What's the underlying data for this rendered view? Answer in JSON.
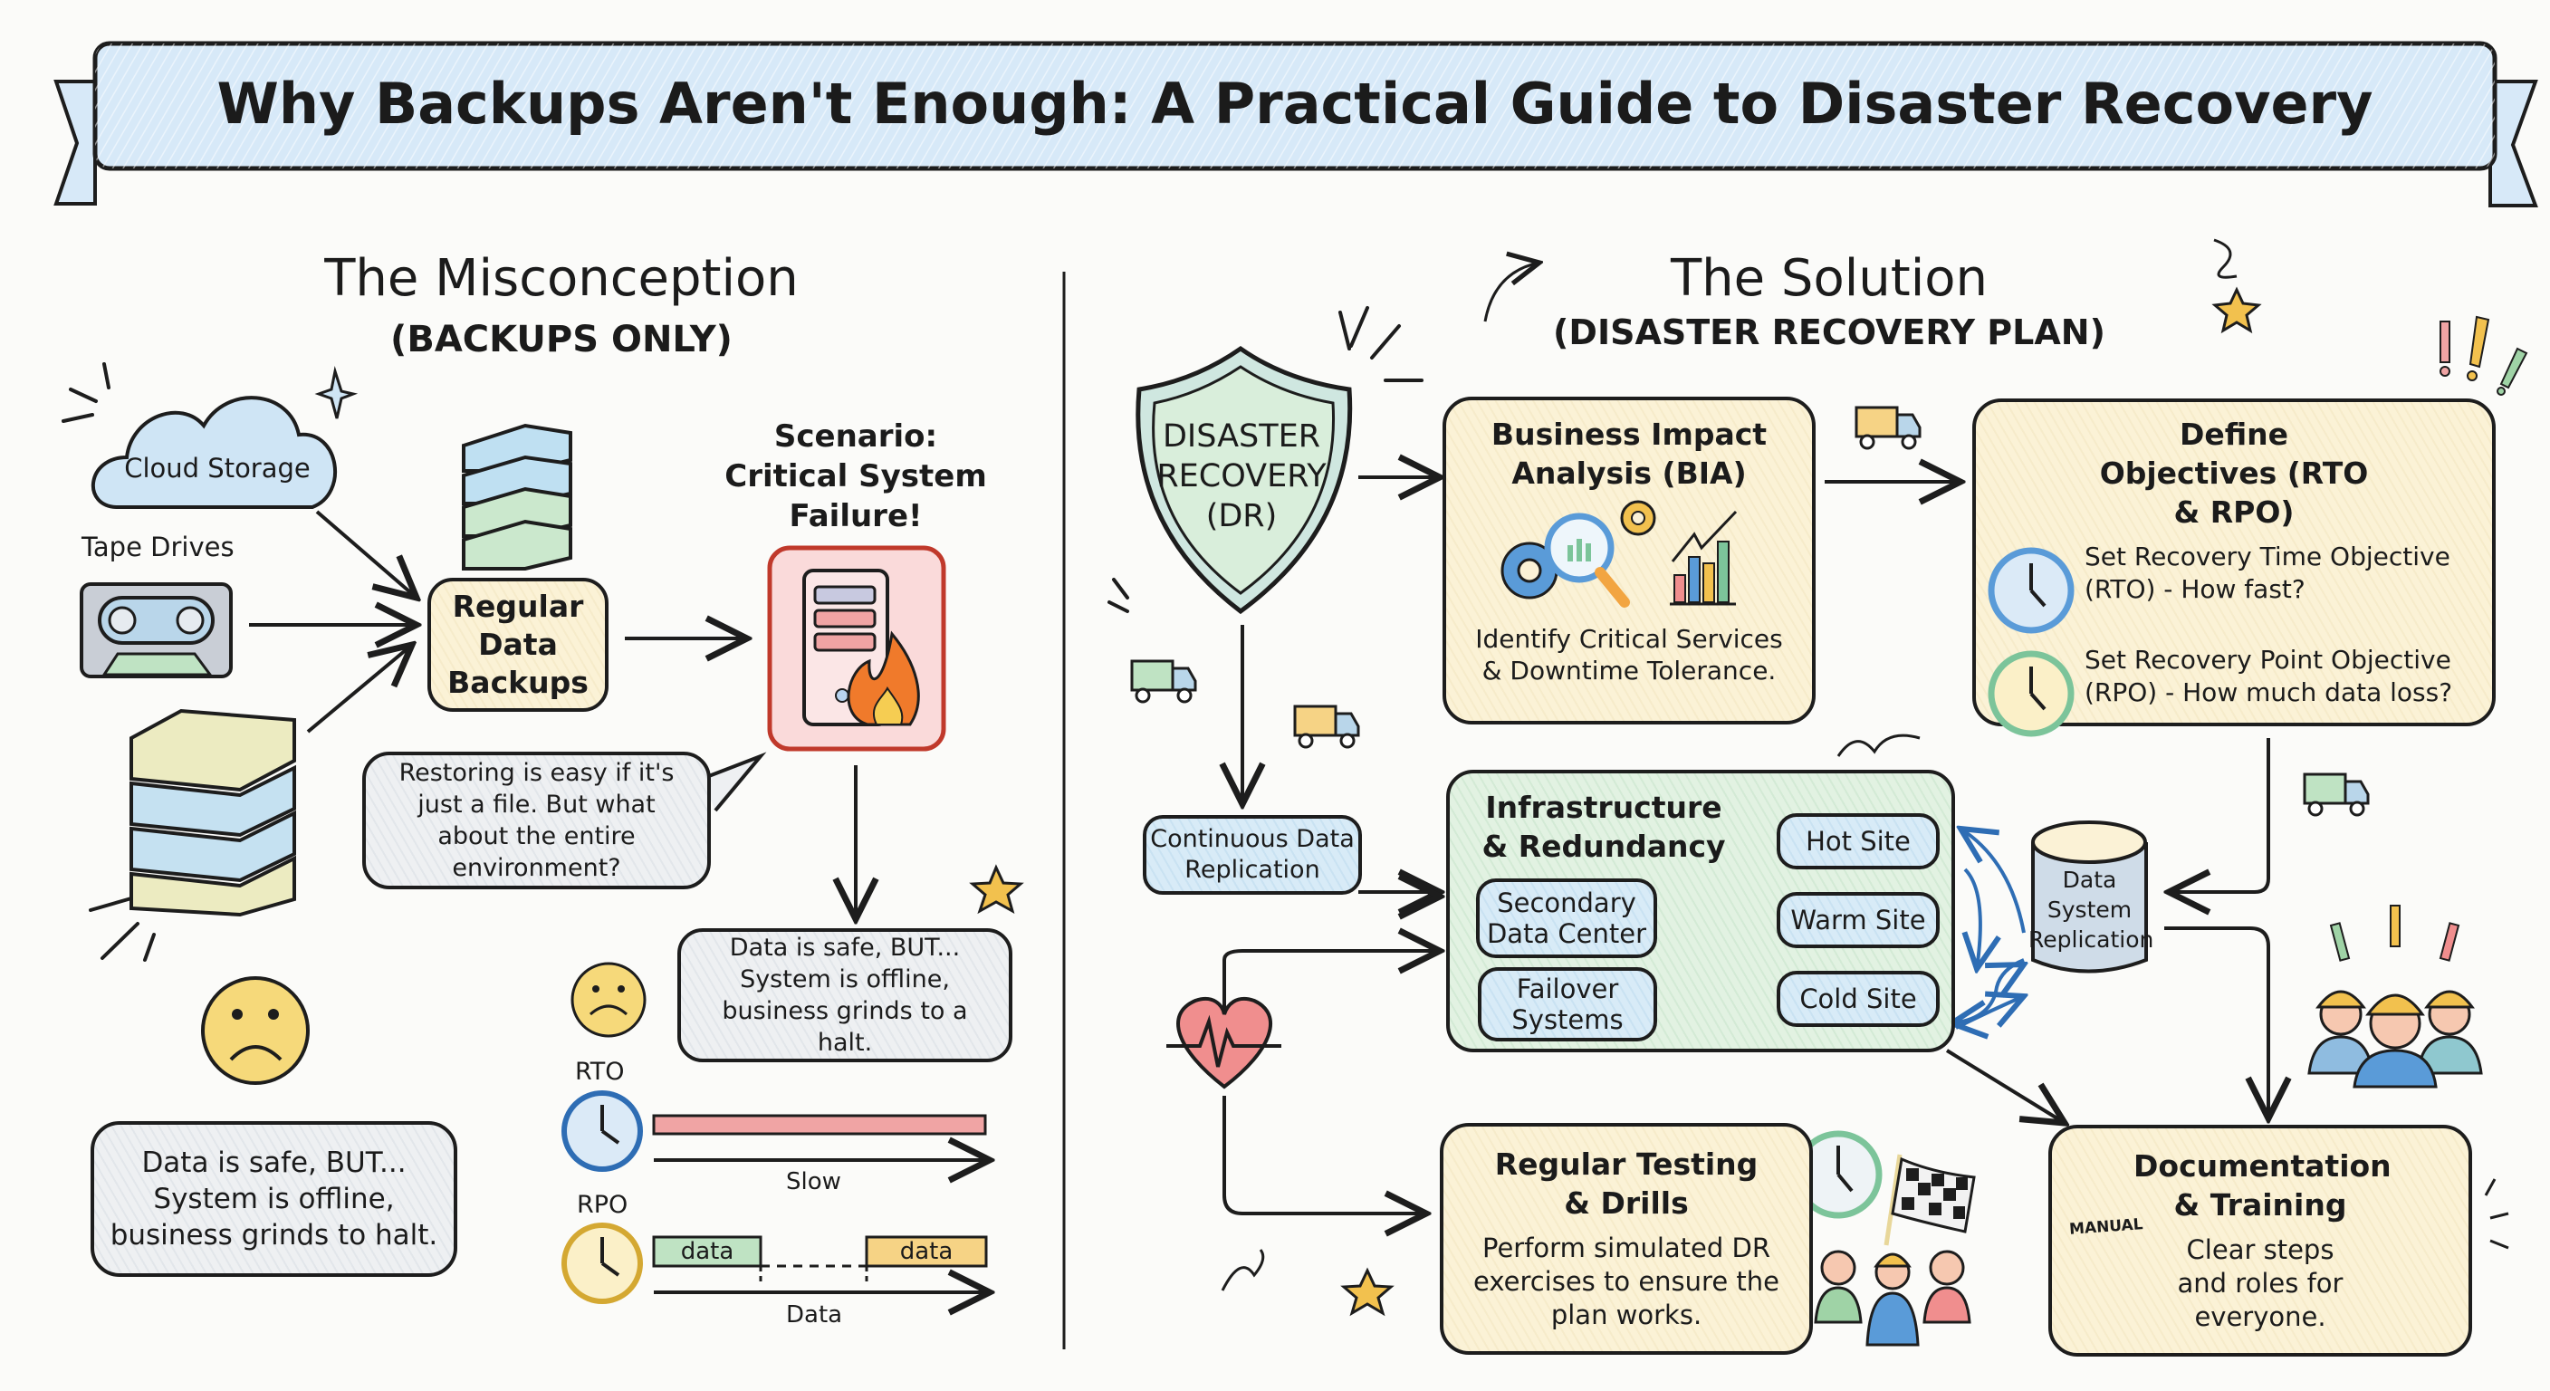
{
  "banner": {
    "title": "Why Backups Aren't Enough: A Practical Guide to Disaster Recovery"
  },
  "left": {
    "heading": "The Misconception",
    "subheading": "(BACKUPS ONLY)",
    "cloud_label": "Cloud Storage",
    "tape_label": "Tape Drives",
    "backups_box": "Regular Data Backups",
    "scenario_label": "Scenario: Critical System Failure!",
    "speech_bubble": "Restoring is easy if it's just a file. But what about the entire environment?",
    "result_box": "Data is safe, BUT... System is offline, business grinds to a halt.",
    "bottom_box": "Data is safe, BUT... System is offline, business grinds to  halt.",
    "rto_label": "RTO",
    "rto_axis_label": "Slow",
    "rpo_label": "RPO",
    "rpo_block_1": "data",
    "rpo_block_2": "data",
    "rpo_axis_label": "Data"
  },
  "right": {
    "heading": "The Solution",
    "subheading": "(DISASTER RECOVERY PLAN)",
    "shield": "DISASTER RECOVERY (DR)",
    "bia": {
      "title": "Business Impact Analysis (BIA)",
      "body": "Identify Critical Services & Downtime Tolerance."
    },
    "objectives": {
      "title": "Define Objectives (RTO & RPO)",
      "rto_text": "Set Recovery Time Objective (RTO) - How fast?",
      "rpo_text": "Set Recovery Point Objective (RPO) - How much data loss?"
    },
    "replication": "Continuous Data Replication",
    "infra": {
      "title": "Infrastructure & Redundancy",
      "secondary": "Secondary Data Center",
      "failover": "Failover Systems",
      "hot": "Hot Site",
      "warm": "Warm Site",
      "cold": "Cold Site"
    },
    "data_system": "Data System Replication",
    "testing": {
      "title": "Regular Testing & Drills",
      "body": "Perform simulated DR exercises to ensure the plan works."
    },
    "docs": {
      "title": "Documentation & Training",
      "body": "Clear steps and roles for everyone.",
      "manual_label": "MANUAL"
    }
  },
  "colors": {
    "banner_fill": "#d7e9f8",
    "yellow_box": "#fbf2d6",
    "green_box": "#e2f2e2",
    "blue_box": "#d8ebf7",
    "alert_red": "#d9534f",
    "accent_blue": "#2e6db4",
    "star_yellow": "#f2c14e"
  }
}
